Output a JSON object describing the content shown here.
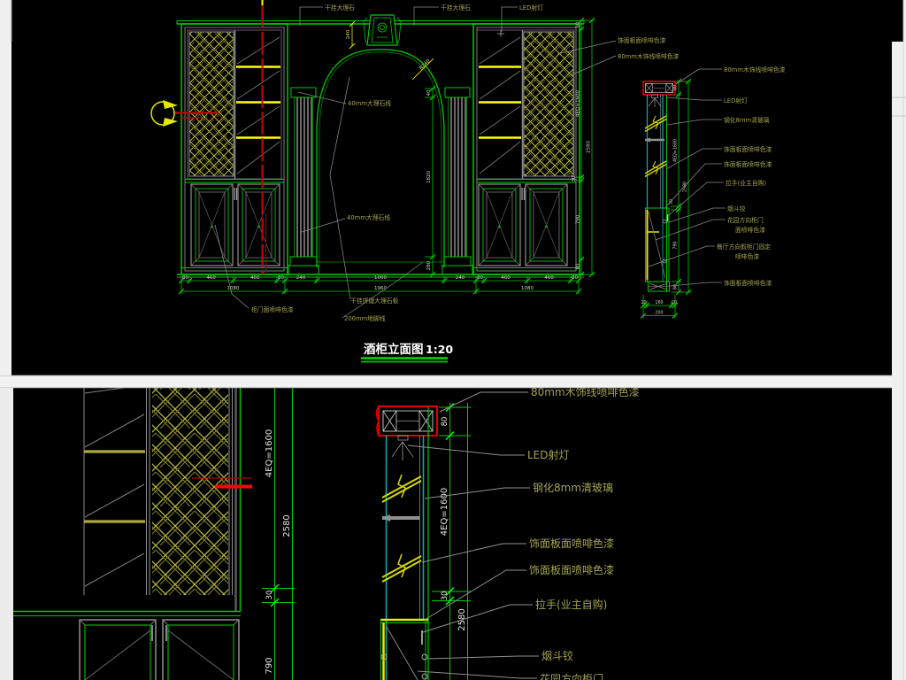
{
  "page": {
    "background": "#000000",
    "margin_color": "#ededed"
  },
  "colors": {
    "cad_green": "#00c800",
    "bright_green": "#00ff00",
    "lattice_yellow": "#b8b83a",
    "shelf_yellow": "#ffff00",
    "red": "#ff0000",
    "dark_red": "#b40000",
    "cyan": "#00b4b4",
    "gray": "#909090",
    "label_olive": "#a2a452",
    "dim_text": "#d2d2c6",
    "title_white": "#ffffff"
  },
  "top_panel": {
    "title": "酒柜立面图",
    "scale": "1:20",
    "annotations": {
      "marble_left": "干挂大理石",
      "marble_right": "干挂大理石",
      "led": "LED射灯",
      "finish_panel": "饰面板面喷啡色漆",
      "trim80": "80mm木饰线喷啡色漆",
      "marble40_upper": "40mm大理石线",
      "marble40_lower": "40mm大理石线",
      "door_face": "柜门面喷啡色漆",
      "marble_seam": "干挂拼缝大理石板",
      "skirting": "200mm地脚线"
    },
    "section": {
      "trim80": "80mm木饰线喷啡色漆",
      "led": "LED射灯",
      "glass": "钢化8mm清玻璃",
      "finish1": "饰面板面喷啡色漆",
      "finish2": "饰面板面喷啡色漆",
      "handle": "拉手(业主自购)",
      "hinge": "烟斗铰",
      "garden1": "花园方向柜门",
      "garden2": "面喷啡色漆",
      "dining1": "餐厅方向假柜门固定",
      "dining2": "喷啡色漆",
      "finish3": "饰面板面喷啡色漆"
    },
    "dims": {
      "b1": [
        "80",
        "460",
        "460",
        "80",
        "240",
        "1000",
        "240",
        "80",
        "460",
        "460",
        "80"
      ],
      "b2": [
        "1080",
        "1960",
        "1080"
      ],
      "right": [
        "80",
        "4EQ=1600",
        "30",
        "790",
        "80"
      ],
      "right_total": "2580",
      "pilaster": [
        "40",
        "1820",
        "280"
      ],
      "keystone": "240",
      "radius": "R240",
      "sec": [
        "80",
        "4EQ=1600",
        "30",
        "790",
        "80"
      ],
      "sec_total": "2580",
      "sec_b": [
        "20",
        "160",
        "20"
      ],
      "sec_b_total": "200"
    }
  },
  "bottom_panel": {
    "annotations": {
      "trim80": "80mm木饰线喷啡色漆",
      "led": "LED射灯",
      "glass": "钢化8mm清玻璃",
      "finish1": "饰面板面喷啡色漆",
      "finish2": "饰面板面喷啡色漆",
      "handle": "拉手(业主自购)",
      "hinge": "烟斗铰",
      "garden": "花园方向柜门"
    },
    "dims": {
      "eq4": "4EQ=1600",
      "total": "2580",
      "t30": "30",
      "h790": "790",
      "sec80": "80",
      "sec_eq4": "4EQ=1600",
      "sec30": "30",
      "sec_total": "2580"
    }
  }
}
